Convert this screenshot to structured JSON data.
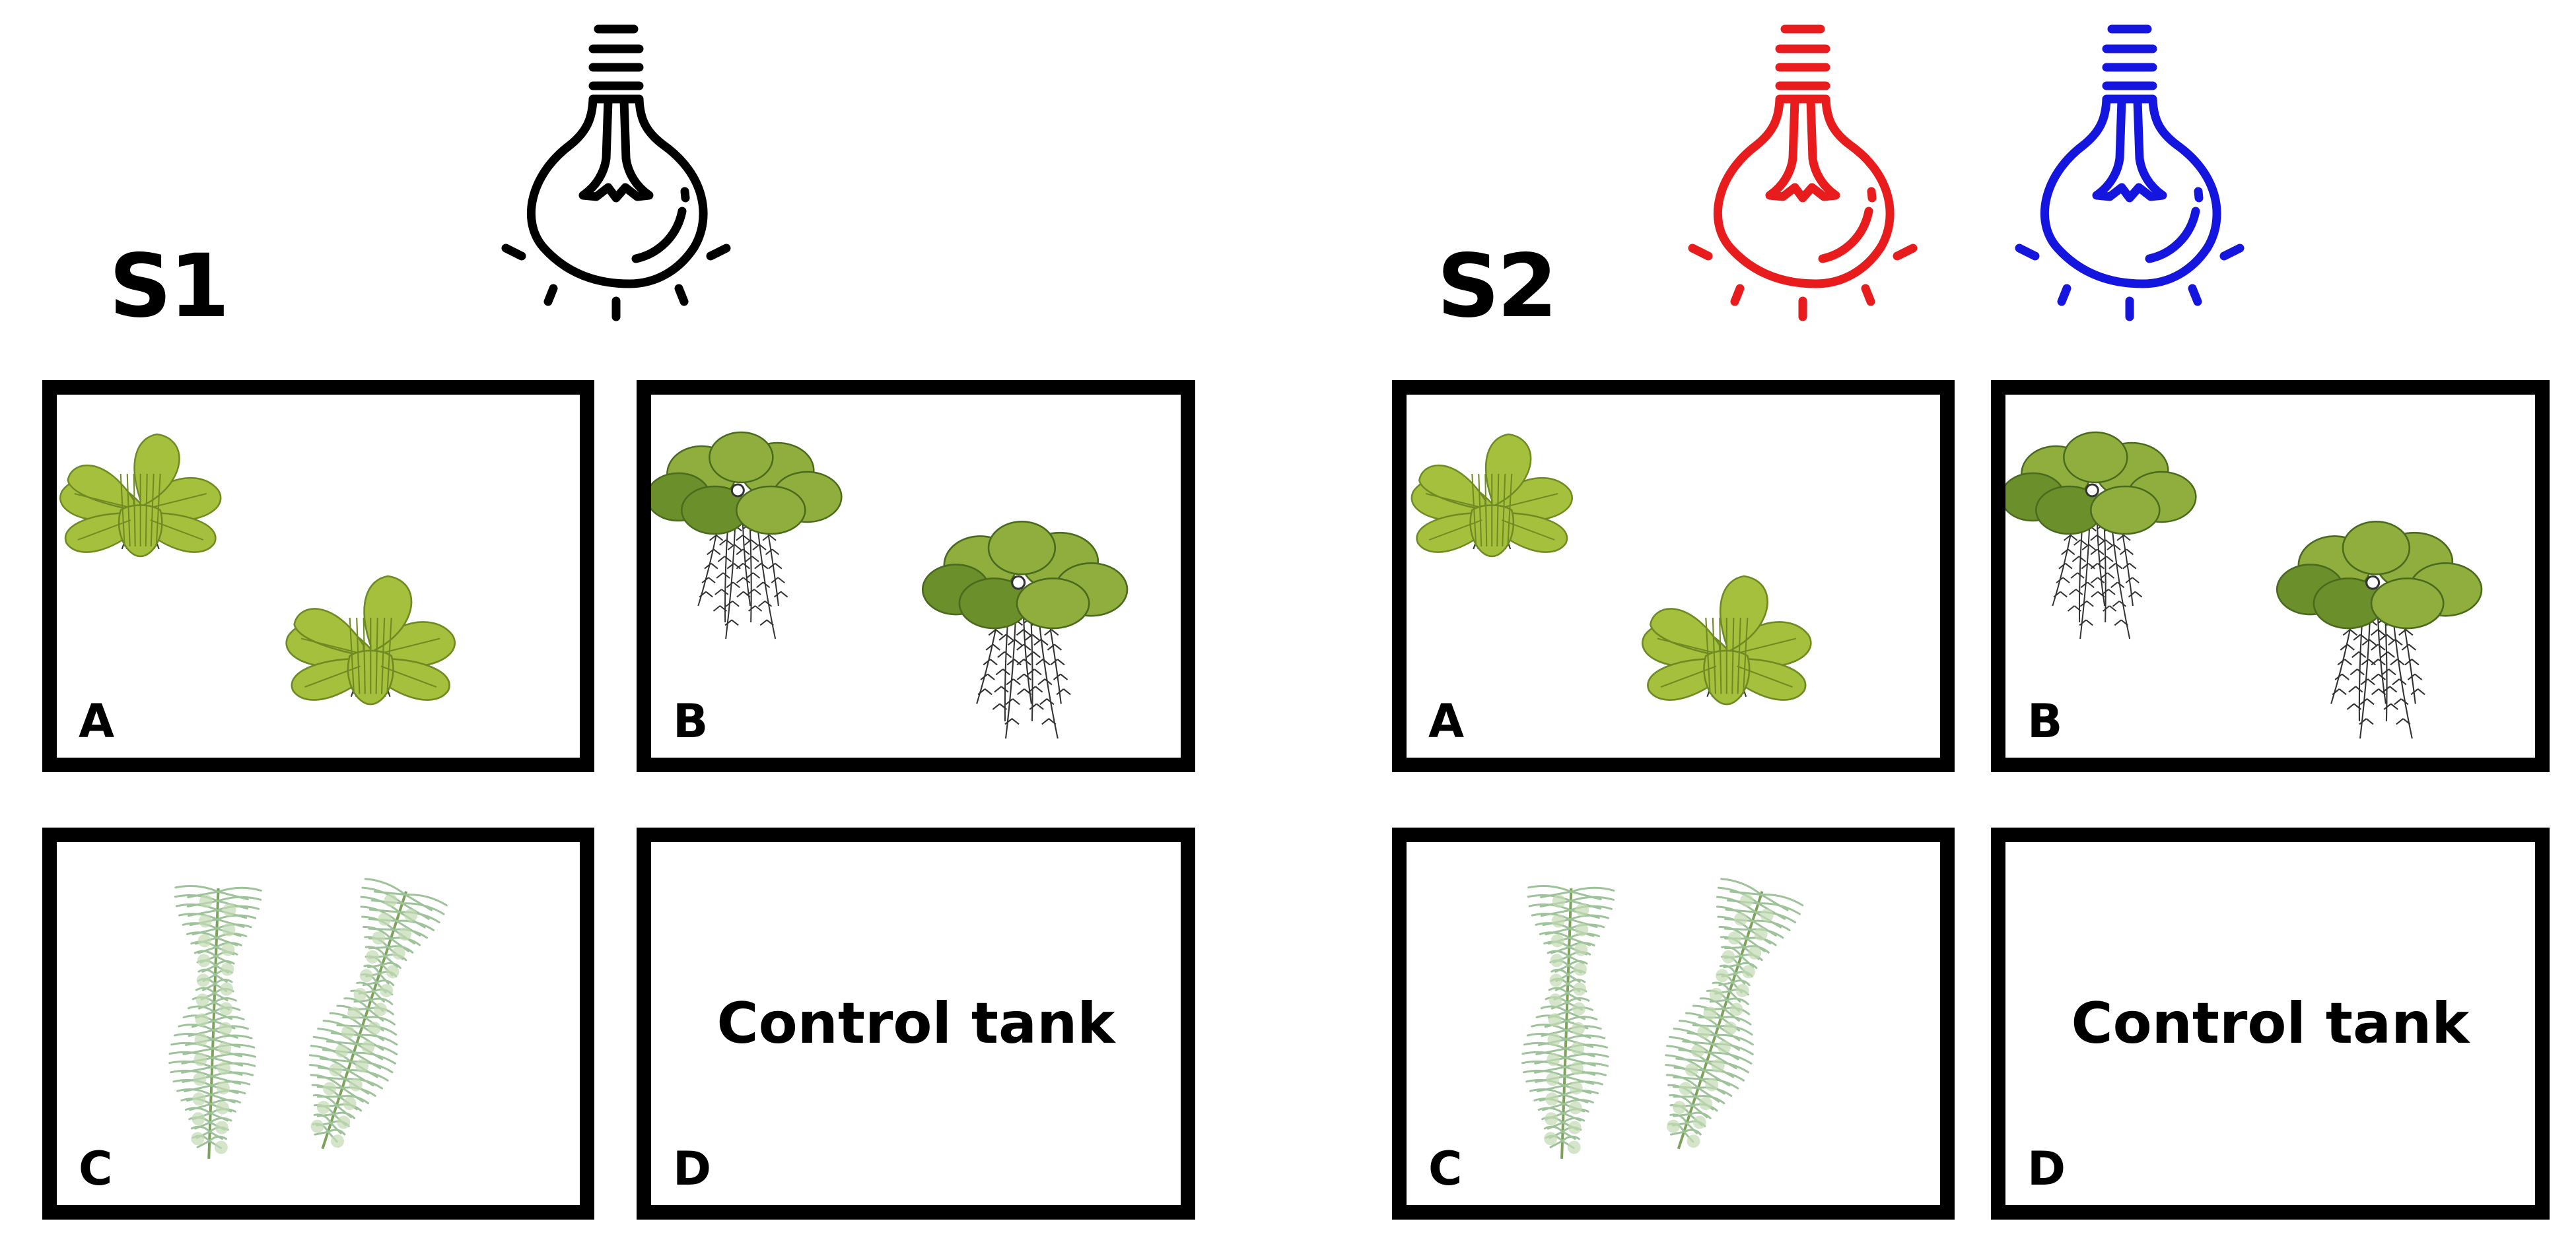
{
  "colors": {
    "bulb_white": "#000000",
    "bulb_red": "#e81c1c",
    "bulb_blue": "#1515e0",
    "lettuce_leaf": "#a4c03c",
    "lettuce_vein": "#6f8a23",
    "salvinia_leaf": "#8fae3e",
    "salvinia_dark": "#6b8f2a",
    "elodea": "#9ec39a",
    "tank_border": "#000000"
  },
  "setups": [
    {
      "label": "S1",
      "bulbs": [
        {
          "icon": "light-bulb-icon",
          "color": "#000000"
        }
      ],
      "tanks": [
        {
          "letter": "A",
          "plant": "water-lettuce",
          "text": ""
        },
        {
          "letter": "B",
          "plant": "floating-fern",
          "text": ""
        },
        {
          "letter": "C",
          "plant": "waterweed",
          "text": ""
        },
        {
          "letter": "D",
          "plant": "none",
          "text": "Control tank"
        }
      ]
    },
    {
      "label": "S2",
      "bulbs": [
        {
          "icon": "light-bulb-icon",
          "color": "#e81c1c"
        },
        {
          "icon": "light-bulb-icon",
          "color": "#1515e0"
        }
      ],
      "tanks": [
        {
          "letter": "A",
          "plant": "water-lettuce",
          "text": ""
        },
        {
          "letter": "B",
          "plant": "floating-fern",
          "text": ""
        },
        {
          "letter": "C",
          "plant": "waterweed",
          "text": ""
        },
        {
          "letter": "D",
          "plant": "none",
          "text": "Control tank"
        }
      ]
    }
  ]
}
